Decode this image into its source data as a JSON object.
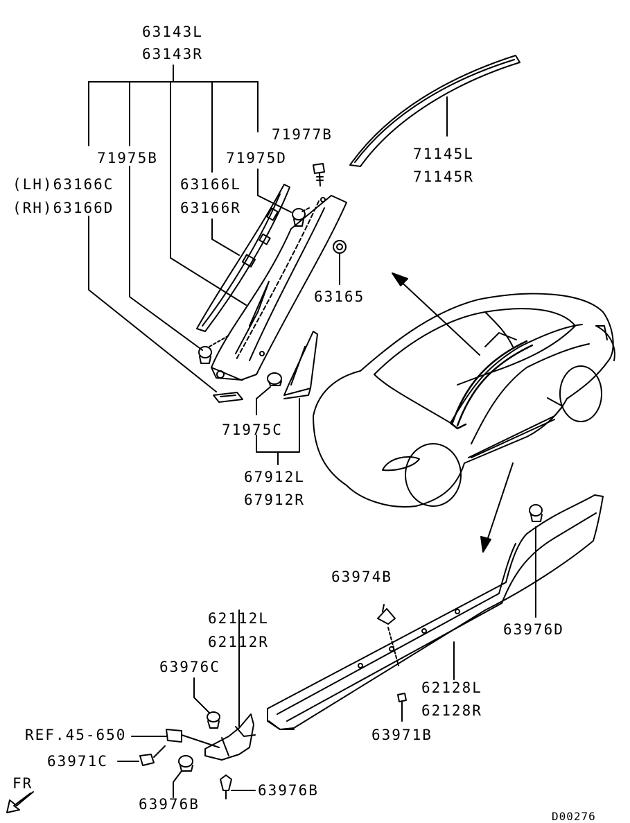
{
  "diagram_id": "D00276",
  "direction_label": "FR",
  "parts": {
    "p63143": [
      "63143L",
      "63143R"
    ],
    "p71977B": "71977B",
    "p71145": [
      "71145L",
      "71145R"
    ],
    "p71975B": "71975B",
    "p71975D": "71975D",
    "p63166_lh": "(LH)63166C",
    "p63166_rh": "(RH)63166D",
    "p63166": [
      "63166L",
      "63166R"
    ],
    "p63165": "63165",
    "p71975C": "71975C",
    "p67912": [
      "67912L",
      "67912R"
    ],
    "p63974B": "63974B",
    "p63976D": "63976D",
    "p62112": [
      "62112L",
      "62112R"
    ],
    "p63976C": "63976C",
    "p62128": [
      "62128L",
      "62128R"
    ],
    "ref": "REF.45-650",
    "p63971C": "63971C",
    "p63971B": "63971B",
    "p63976B_1": "63976B",
    "p63976B_2": "63976B"
  }
}
